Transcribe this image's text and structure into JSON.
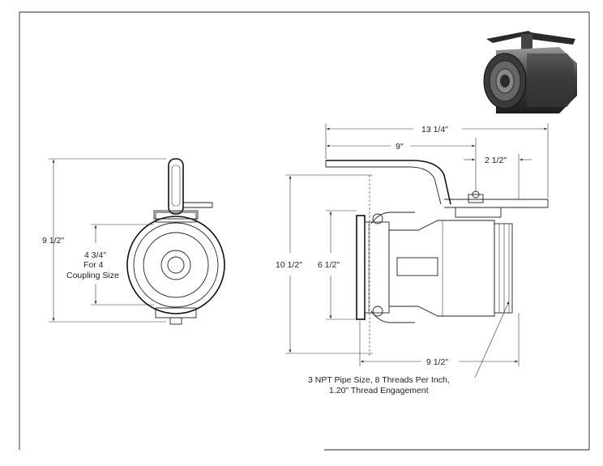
{
  "dimensions": {
    "front_height": "9 1/2\"",
    "coupling_line1": "4 3/4\"",
    "coupling_line2": "For 4",
    "coupling_line3": "Coupling Size",
    "overall_length": "13 1/4\"",
    "handle_length": "9\"",
    "handle_offset": "2 1/2\"",
    "side_height": "10 1/2\"",
    "body_height": "6 1/2\"",
    "body_length": "9 1/2\""
  },
  "notes": {
    "thread_line1": "3 NPT Pipe Size, 8 Threads Per Inch,",
    "thread_line2": "1.20\" Thread Engagement"
  }
}
